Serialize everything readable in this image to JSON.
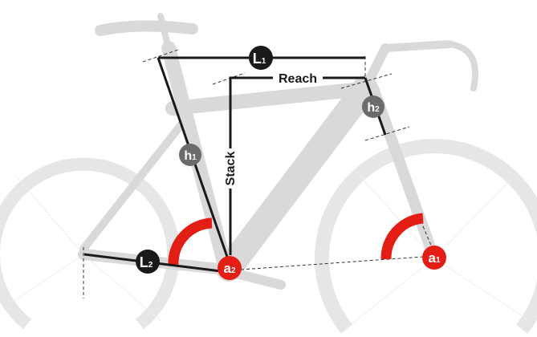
{
  "labels": {
    "L1": {
      "main": "L",
      "sub": "1"
    },
    "L2": {
      "main": "L",
      "sub": "2"
    },
    "h1": {
      "main": "h",
      "sub": "1"
    },
    "h2": {
      "main": "h",
      "sub": "2"
    },
    "a1": {
      "main": "a",
      "sub": "1"
    },
    "a2": {
      "main": "a",
      "sub": "2"
    },
    "reach": "Reach",
    "stack": "Stack"
  },
  "colors": {
    "line": "#1a1a1a",
    "accent": "#e31e14",
    "grey_badge": "#6b6b6b",
    "bike": "#d9d9d9"
  }
}
